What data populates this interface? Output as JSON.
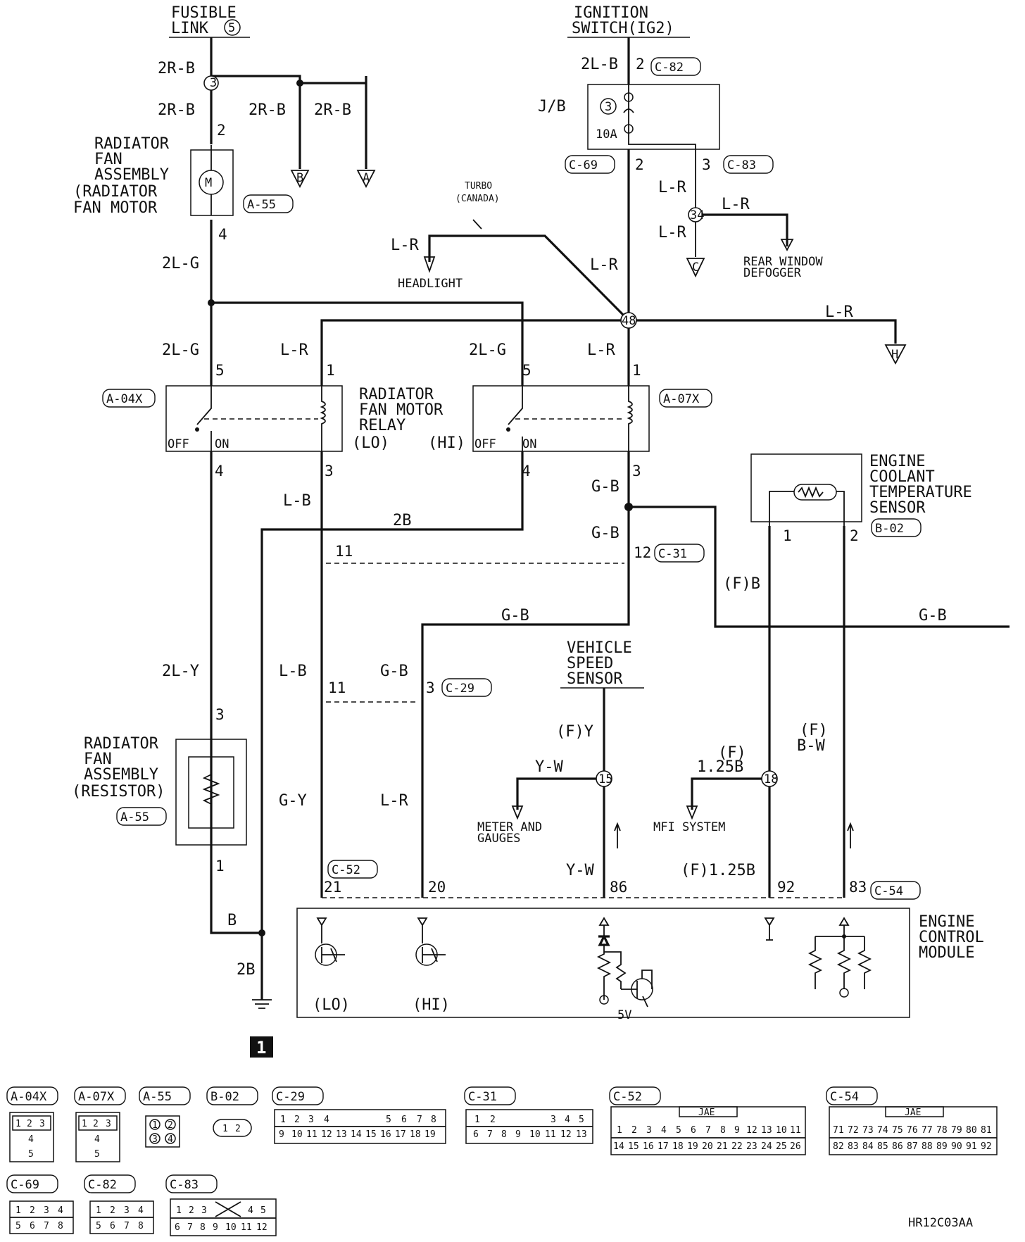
{
  "power": {
    "fusible_link": "FUSIBLE",
    "fusible_link2": "LINK",
    "ignition": "IGNITION",
    "ignition2": "SWITCH(IG2)"
  },
  "wires": {
    "w_2rb": "2R-B",
    "w_2lb": "2L-B",
    "w_2lg": "2L-G",
    "w_lr": "L-R",
    "w_lb": "L-B",
    "w_gb": "G-B",
    "w_2b": "2B",
    "w_2ly": "2L-Y",
    "w_gy": "G-Y",
    "w_b": "B",
    "w_fb": "(F)B",
    "w_fy": "(F)Y",
    "w_yw": "Y-W",
    "w_f": "(F)",
    "w_125b": "1.25B",
    "w_bw": "B-W",
    "w_f125b": "(F)1.25B"
  },
  "components": {
    "fan_assembly_motor": [
      "RADIATOR",
      "FAN",
      "ASSEMBLY",
      "(RADIATOR",
      "FAN MOTOR"
    ],
    "fan_assembly_resistor": [
      "RADIATOR",
      "FAN",
      "ASSEMBLY",
      "(RESISTOR)"
    ],
    "relay": [
      "RADIATOR",
      "FAN MOTOR",
      "RELAY"
    ],
    "relay_lo": "(LO)",
    "relay_hi": "(HI)",
    "off": "OFF",
    "on": "ON",
    "jb": "J/B",
    "fuse_no": "3",
    "fuse_amp": "10A",
    "turbo": [
      "TURBO",
      "(CANADA)"
    ],
    "headlight": "HEADLIGHT",
    "rear_defogger": [
      "REAR WINDOW",
      "DEFOGGER"
    ],
    "ect_sensor": [
      "ENGINE",
      "COOLANT",
      "TEMPERATURE",
      "SENSOR"
    ],
    "vss": [
      "VEHICLE",
      "SPEED",
      "SENSOR"
    ],
    "meter": [
      "METER AND",
      "GAUGES"
    ],
    "mfi": "MFI SYSTEM",
    "ecm": [
      "ENGINE",
      "CONTROL",
      "MODULE"
    ],
    "ecm_lo": "(LO)",
    "ecm_hi": "(HI)",
    "ecm_5v": "5V",
    "ground_no": "1"
  },
  "connectors": {
    "c82": "C-82",
    "c69": "C-69",
    "c83": "C-83",
    "a55": "A-55",
    "a04x": "A-04X",
    "a07x": "A-07X",
    "b02": "B-02",
    "c31": "C-31",
    "c29": "C-29",
    "c52": "C-52",
    "c54": "C-54"
  },
  "splices": {
    "s3": "3",
    "s34": "34",
    "s48": "48",
    "s15": "15",
    "s18": "18"
  },
  "offpage": {
    "a": "A",
    "b": "B",
    "c": "C",
    "h": "H"
  },
  "pins": {
    "p2": "2",
    "p3": "3",
    "p4": "4",
    "p5": "5",
    "p1": "1",
    "p11": "11",
    "p12": "12",
    "p20": "20",
    "p21": "21",
    "p86": "86",
    "p92": "92",
    "p83": "83"
  },
  "legend": {
    "jae": "JAE",
    "a04x_top": [
      "1",
      "2",
      "3"
    ],
    "a04x_mid": "4",
    "a04x_bot": "5",
    "a55_pins": [
      "1",
      "2",
      "3",
      "4"
    ],
    "b02_pins": [
      "1",
      "2"
    ],
    "c29_top": [
      "1",
      "2",
      "3",
      "4",
      "",
      "",
      "5",
      "6",
      "7",
      "8"
    ],
    "c29_bot": [
      "9",
      "10",
      "11",
      "12",
      "13",
      "14",
      "15",
      "16",
      "17",
      "18",
      "19"
    ],
    "c31_top": [
      "1",
      "2",
      "",
      "",
      "",
      "3",
      "4",
      "5"
    ],
    "c31_bot": [
      "6",
      "7",
      "8",
      "9",
      "10",
      "11",
      "12",
      "13"
    ],
    "c52_top": [
      "1",
      "2",
      "3",
      "4",
      "5",
      "6",
      "7",
      "8",
      "9",
      "12",
      "13",
      "10",
      "11"
    ],
    "c52_bot": [
      "14",
      "15",
      "16",
      "17",
      "18",
      "19",
      "20",
      "21",
      "22",
      "23",
      "24",
      "25",
      "26"
    ],
    "c54_top": [
      "71",
      "72",
      "73",
      "74",
      "75",
      "76",
      "77",
      "78",
      "79",
      "80",
      "81"
    ],
    "c54_bot": [
      "82",
      "83",
      "84",
      "85",
      "86",
      "87",
      "88",
      "89",
      "90",
      "91",
      "92"
    ],
    "c69_top": [
      "1",
      "2",
      "3",
      "4"
    ],
    "c69_bot": [
      "5",
      "6",
      "7",
      "8"
    ],
    "c83_top": [
      "1",
      "2",
      "3",
      "4",
      "5"
    ],
    "c83_bot": [
      "6",
      "7",
      "8",
      "9",
      "10",
      "11",
      "12"
    ]
  },
  "figure_code": "HR12C03AA"
}
